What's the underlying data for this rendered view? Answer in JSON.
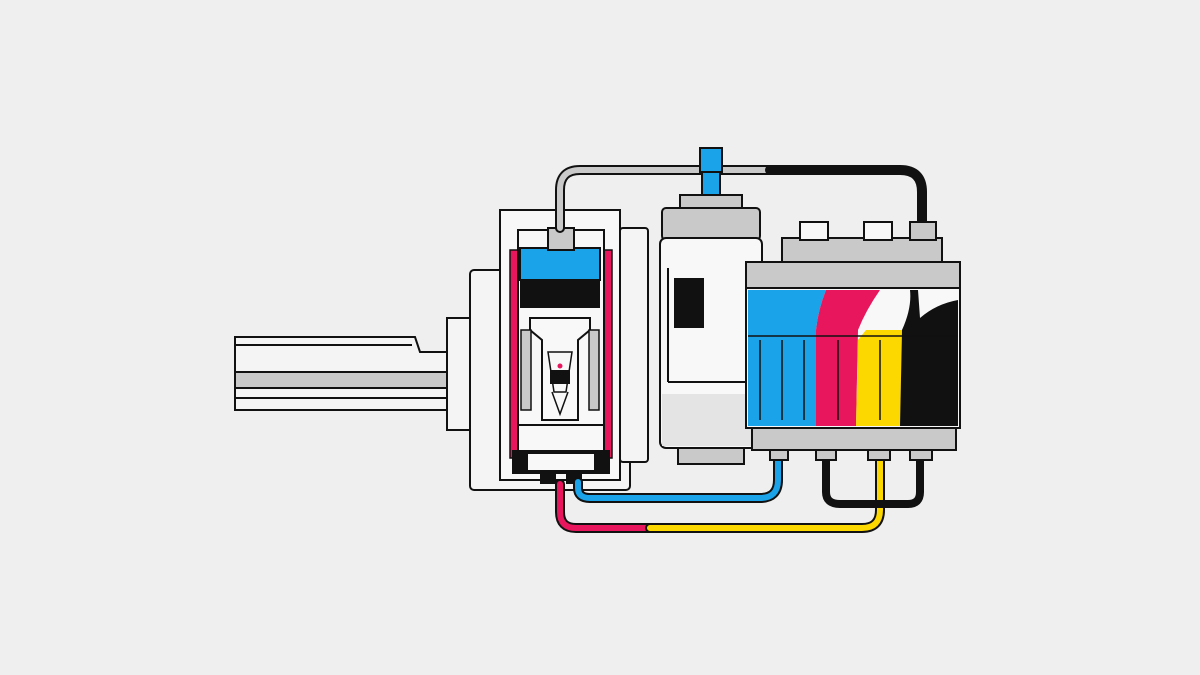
{
  "diagram": {
    "subject": "ink-delivery-assembly",
    "labels": []
  },
  "colors": {
    "background": "#efefef",
    "outline": "#111111",
    "cyan": "#1aa3e8",
    "magenta": "#e8175d",
    "yellow": "#fdd700",
    "black": "#111111",
    "gray": "#c9c9c9",
    "light_gray": "#e4e4e4",
    "white": "#f8f8f8"
  },
  "ink_channels": [
    {
      "name": "cyan",
      "color": "#1aa3e8"
    },
    {
      "name": "magenta",
      "color": "#e8175d"
    },
    {
      "name": "yellow",
      "color": "#fdd700"
    },
    {
      "name": "black",
      "color": "#111111"
    }
  ]
}
